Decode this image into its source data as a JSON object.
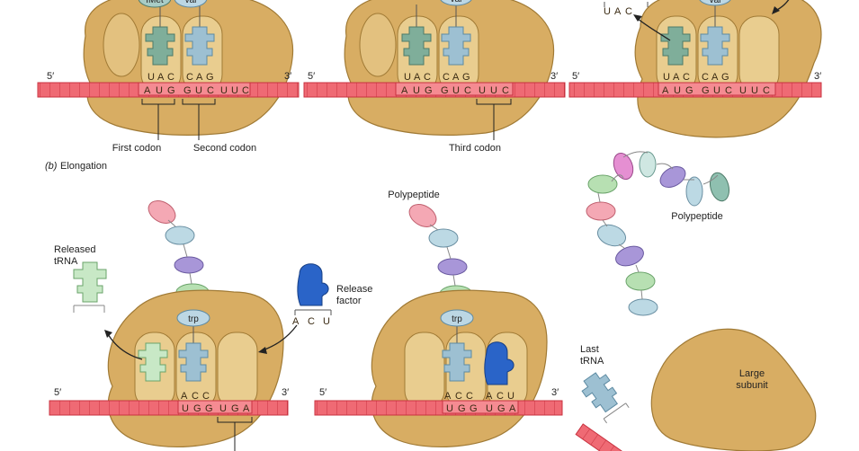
{
  "colors": {
    "ribosome_fill": "#d8ad63",
    "ribosome_dark": "#b98a3c",
    "mrna_fill": "#ef6a74",
    "mrna_line": "#c8323f",
    "trna_green": "#7fae9a",
    "trna_blue": "#9dc0d2",
    "trna_light_green": "#bfe0c0",
    "release_factor": "#2a64c8"
  },
  "labels": {
    "five_prime": "5′",
    "three_prime": "3′",
    "first_codon": "First codon",
    "second_codon": "Second codon",
    "third_codon": "Third codon",
    "section_b_letter": "(b)",
    "section_b_title": "Elongation",
    "polypeptide": "Polypeptide",
    "released_trna": "Released\ntRNA",
    "released_trna_l1": "Released",
    "released_trna_l2": "tRNA",
    "release_factor_l1": "Release",
    "release_factor_l2": "factor",
    "last_trna_l1": "Last",
    "last_trna_l2": "tRNA",
    "large_subunit_l1": "Large",
    "large_subunit_l2": "subunit",
    "amino_met": "fMet",
    "amino_val": "val",
    "amino_trp": "trp"
  },
  "panel1": {
    "anticodons": [
      "U",
      "A",
      "C",
      "C",
      "A",
      "G"
    ],
    "mrna": [
      "A",
      "U",
      "G",
      "G",
      "U",
      "C",
      "U",
      "U",
      "C"
    ]
  },
  "panel2": {
    "anticodons": [
      "U",
      "A",
      "C",
      "C",
      "A",
      "G"
    ],
    "mrna": [
      "A",
      "U",
      "G",
      "G",
      "U",
      "C",
      "U",
      "U",
      "C"
    ]
  },
  "panel3": {
    "exiting_anticodon": [
      "U",
      "A",
      "C"
    ],
    "anticodons": [
      "U",
      "A",
      "C",
      "C",
      "A",
      "G"
    ],
    "mrna": [
      "A",
      "U",
      "G",
      "G",
      "U",
      "C",
      "U",
      "U",
      "C"
    ]
  },
  "panel4": {
    "anticodons": [
      "A",
      "C",
      "C"
    ],
    "mrna": [
      "U",
      "G",
      "G",
      "U",
      "G",
      "A"
    ],
    "release_factor_bases": [
      "A",
      "C",
      "U"
    ]
  },
  "panel5": {
    "anticodons": [
      "A",
      "C",
      "C",
      "A",
      "C",
      "U"
    ],
    "mrna": [
      "U",
      "G",
      "G",
      "U",
      "G",
      "A"
    ]
  }
}
